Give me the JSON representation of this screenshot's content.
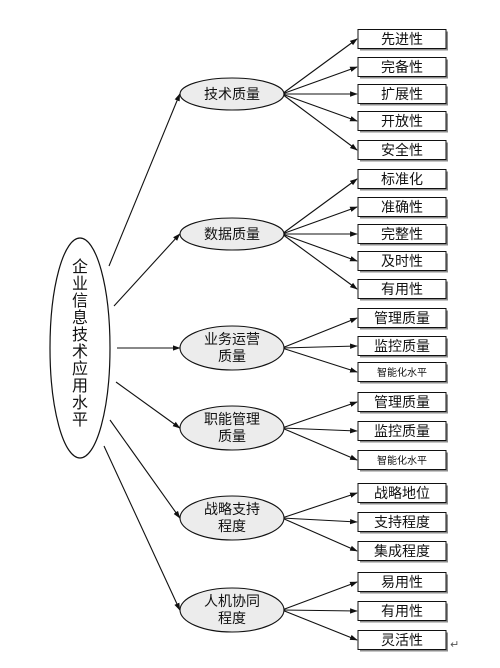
{
  "root": {
    "label": "企业信息技术应用水平"
  },
  "dimensions": [
    {
      "lines": [
        "技术质量"
      ],
      "items": [
        "先进性",
        "完备性",
        "扩展性",
        "开放性",
        "安全性"
      ]
    },
    {
      "lines": [
        "数据质量"
      ],
      "items": [
        "标准化",
        "准确性",
        "完整性",
        "及时性",
        "有用性"
      ]
    },
    {
      "lines": [
        "业务运营",
        "质量"
      ],
      "items": [
        "管理质量",
        "监控质量",
        "智能化水平"
      ]
    },
    {
      "lines": [
        "职能管理",
        "质量"
      ],
      "items": [
        "管理质量",
        "监控质量",
        "智能化水平"
      ]
    },
    {
      "lines": [
        "战略支持",
        "程度"
      ],
      "items": [
        "战略地位",
        "支持程度",
        "集成程度"
      ]
    },
    {
      "lines": [
        "人机协同",
        "程度"
      ],
      "items": [
        "易用性",
        "有用性",
        "灵活性"
      ]
    }
  ],
  "paragraph_mark": "↵",
  "colors": {
    "line": "#111111",
    "ellipse_fill": "#ececec",
    "box_fill": "#ffffff",
    "box_shadow": "#8c8c8c"
  }
}
